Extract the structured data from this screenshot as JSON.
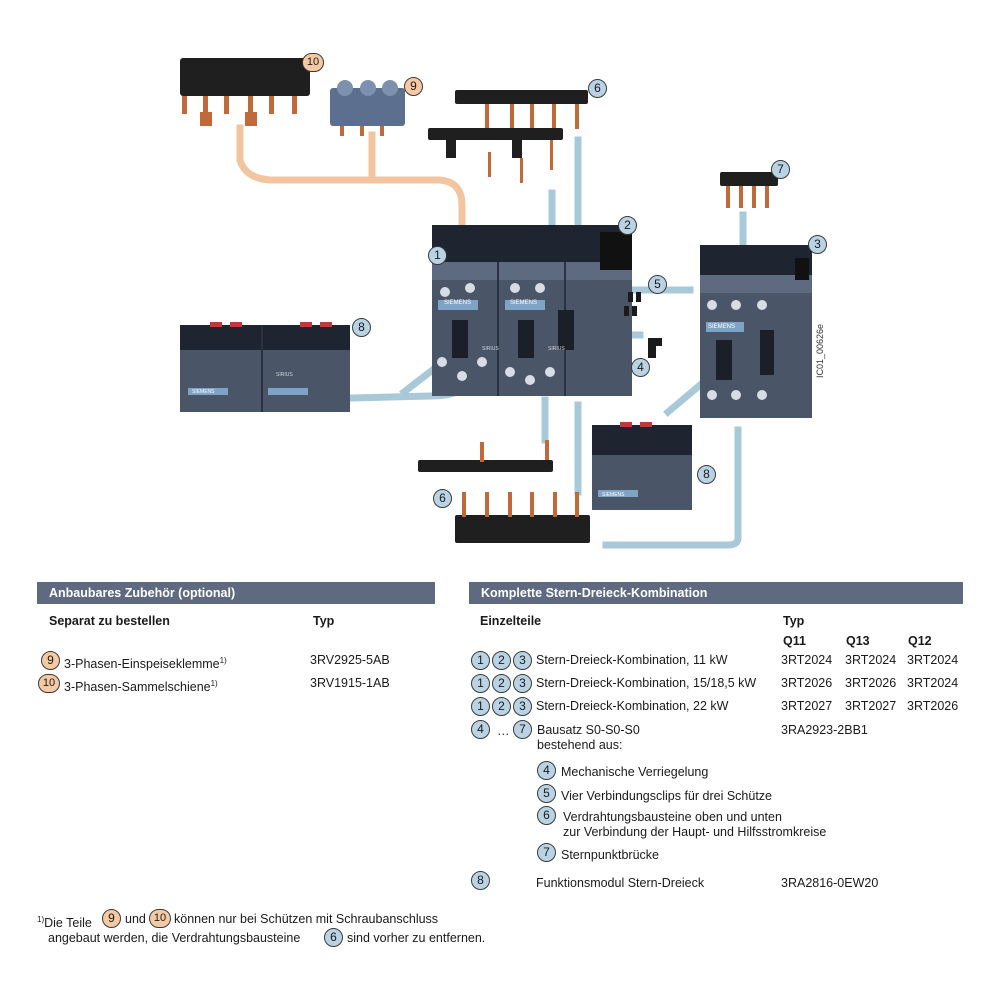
{
  "drawing": {
    "callouts": [
      "10",
      "9",
      "6",
      "7",
      "1",
      "2",
      "3",
      "5",
      "8",
      "4",
      "8",
      "6"
    ],
    "contactor_brand": "SIEMENS",
    "contactor_series": "SIRIUS",
    "figure_id": "IC01_00626e"
  },
  "left_table": {
    "header": "Anbaubares Zubehör (optional)",
    "col1": "Separat zu bestellen",
    "col2": "Typ",
    "rows": [
      {
        "num": "9",
        "label": "3-Phasen-Einspeiseklemme",
        "sup": "1)",
        "type": "3RV2925-5AB"
      },
      {
        "num": "10",
        "label": "3-Phasen-Sammelschiene",
        "sup": "1)",
        "type": "3RV1915-1AB"
      }
    ]
  },
  "right_table": {
    "header": "Komplette Stern-Dreieck-Kombination",
    "col1": "Einzelteile",
    "col2": "Typ",
    "subcols": [
      "Q11",
      "Q13",
      "Q12"
    ],
    "rows": [
      {
        "nums": [
          "1",
          "2",
          "3"
        ],
        "label": "Stern-Dreieck-Kombination, 11 kW",
        "q11": "3RT2024",
        "q13": "3RT2024",
        "q12": "3RT2024"
      },
      {
        "nums": [
          "1",
          "2",
          "3"
        ],
        "label": "Stern-Dreieck-Kombination, 15/18,5 kW",
        "q11": "3RT2026",
        "q13": "3RT2026",
        "q12": "3RT2024"
      },
      {
        "nums": [
          "1",
          "2",
          "3"
        ],
        "label": "Stern-Dreieck-Kombination, 22 kW",
        "q11": "3RT2027",
        "q13": "3RT2027",
        "q12": "3RT2026"
      }
    ],
    "kit": {
      "from": "4",
      "ellipsis": "…",
      "to": "7",
      "label_line1": "Bausatz S0-S0-S0",
      "label_line2": "bestehend aus:",
      "type": "3RA2923-2BB1",
      "items": [
        {
          "num": "4",
          "label": "Mechanische Verriegelung"
        },
        {
          "num": "5",
          "label": "Vier Verbindungsclips für drei Schütze"
        },
        {
          "num": "6",
          "label": "Verdrahtungsbausteine oben und unten",
          "label2": "zur Verbindung der Haupt- und Hilfsstromkreise"
        },
        {
          "num": "7",
          "label": "Sternpunktbrücke"
        }
      ]
    },
    "module": {
      "num": "8",
      "label": "Funktionsmodul Stern-Dreieck",
      "type": "3RA2816-0EW20"
    }
  },
  "footnote": {
    "mark": "1)",
    "part1": "Die Teile",
    "num_a": "9",
    "und": "und",
    "num_b": "10",
    "part2": "können nur bei Schützen mit Schraubanschluss",
    "line2a": "angebaut werden, die Verdrahtungsbausteine",
    "num_c": "6",
    "line2b": "sind vorher zu entfernen."
  },
  "colors": {
    "header_bg": "#5f6a80",
    "callout_blue": "#b9d3e4",
    "callout_orange": "#f4c9a4",
    "contactor_body": "#4a5568",
    "connector_line_blue": "#a9c9d9",
    "connector_line_orange": "#f2c4a0"
  }
}
